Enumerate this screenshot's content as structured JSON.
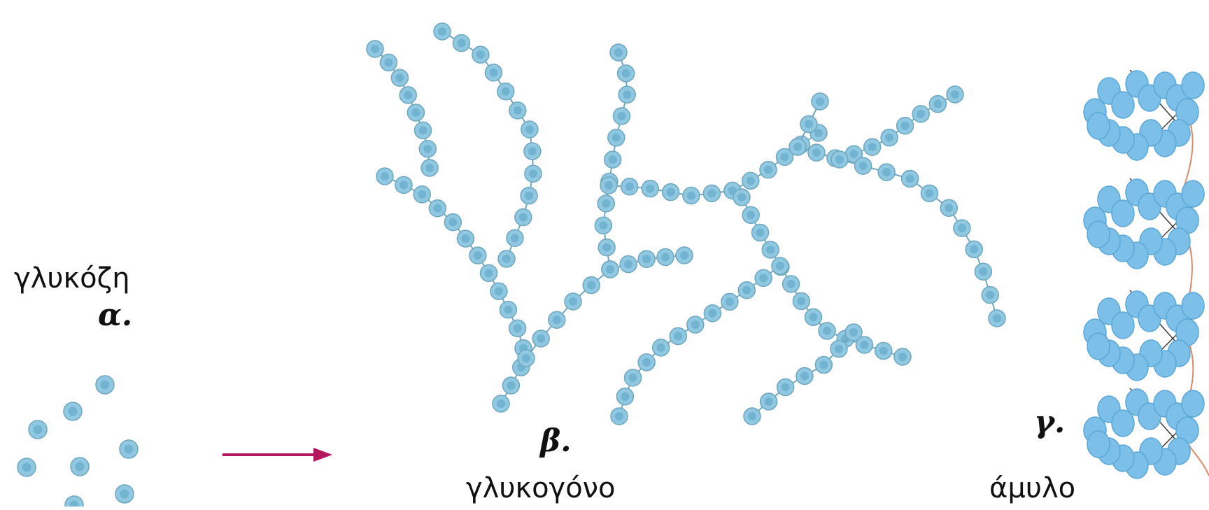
{
  "labels": {
    "glucose": "γλυκόζη",
    "glycogen": "γλυκογόνο",
    "starch": "άμυλο",
    "a": "α.",
    "b": "β.",
    "c": "γ."
  },
  "colors": {
    "bead": "#8fc8e0",
    "bead_stroke": "#6fa7bf",
    "bead_core": "#5aa2c4",
    "starch_bead": "#7cc0ea",
    "arrow": "#b5175f",
    "helix_line": "#3a3a3a",
    "helix_curve": "#d68b6a"
  },
  "icons": {
    "arrow": "arrow-right-icon",
    "bead": "glucose-unit-icon"
  }
}
